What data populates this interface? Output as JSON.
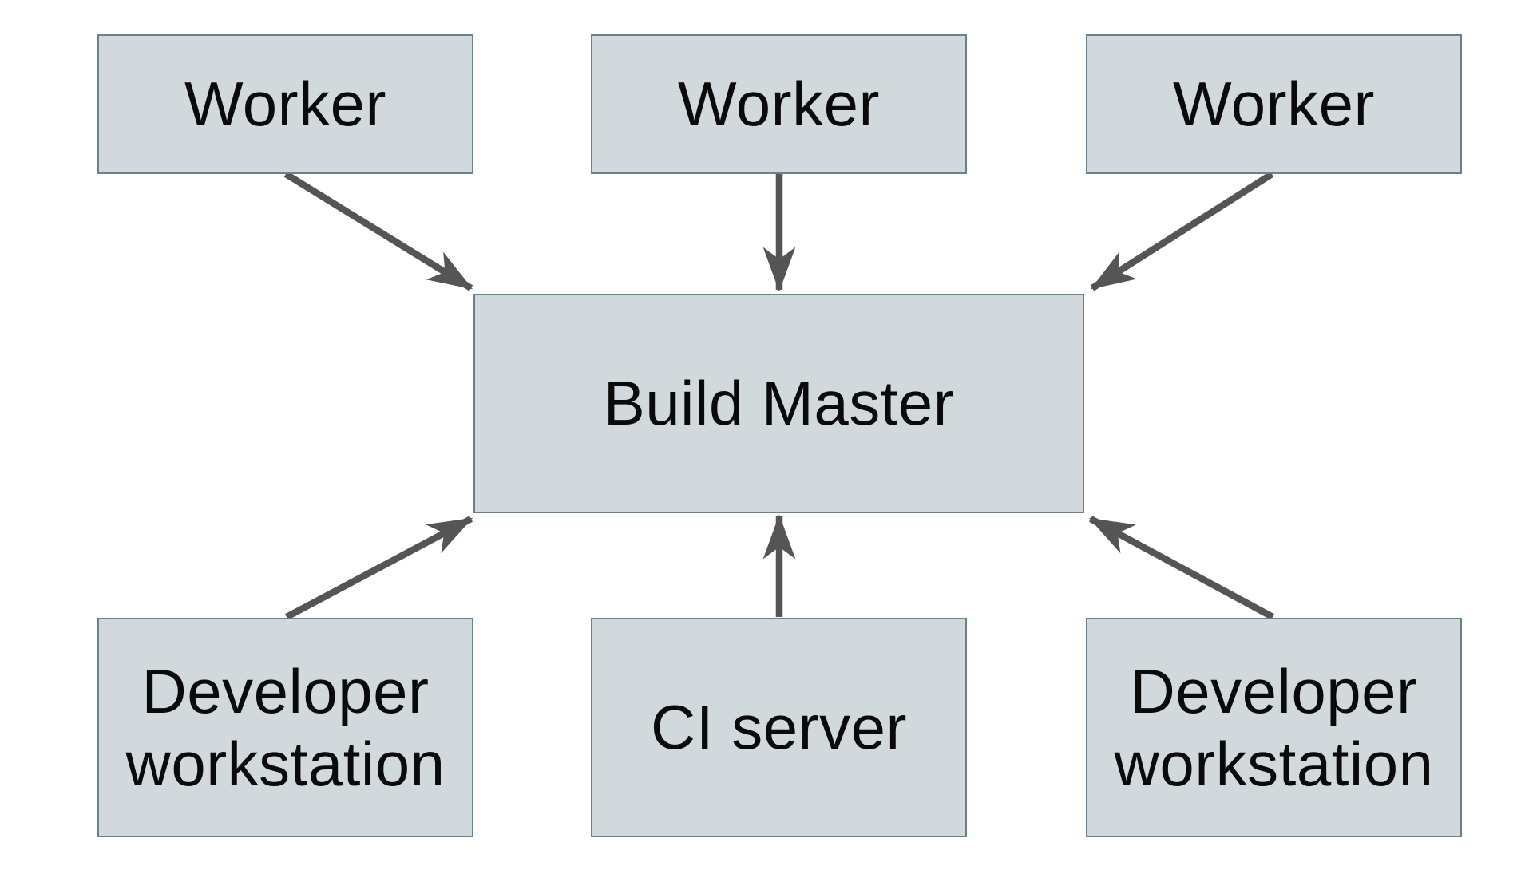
{
  "diagram": {
    "type": "architecture-diagram",
    "nodes": [
      {
        "id": "worker-1",
        "label": "Worker"
      },
      {
        "id": "worker-2",
        "label": "Worker"
      },
      {
        "id": "worker-3",
        "label": "Worker"
      },
      {
        "id": "build-master",
        "label": "Build Master"
      },
      {
        "id": "developer-workstation-1",
        "label": "Developer workstation"
      },
      {
        "id": "ci-server",
        "label": "CI server"
      },
      {
        "id": "developer-workstation-2",
        "label": "Developer workstation"
      }
    ],
    "edges": [
      {
        "from": "worker-1",
        "to": "build-master"
      },
      {
        "from": "worker-2",
        "to": "build-master"
      },
      {
        "from": "worker-3",
        "to": "build-master"
      },
      {
        "from": "developer-workstation-1",
        "to": "build-master"
      },
      {
        "from": "ci-server",
        "to": "build-master"
      },
      {
        "from": "developer-workstation-2",
        "to": "build-master"
      }
    ]
  },
  "colors": {
    "background": "#ffffff",
    "node_fill": "#d1d9dc",
    "node_border": "#69828e",
    "node_text": "#0a0a0a",
    "arrow": "#555555"
  }
}
